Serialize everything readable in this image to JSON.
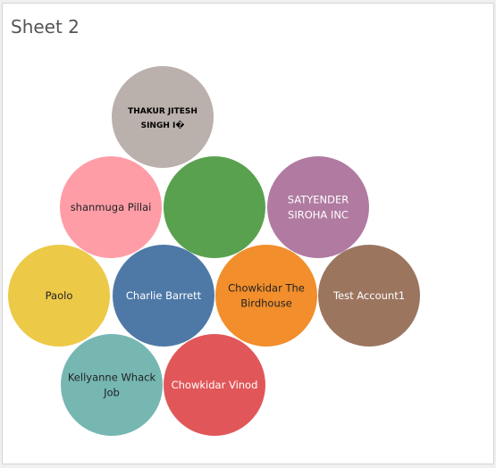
{
  "sheet": {
    "title": "Sheet 2"
  },
  "chart_data": {
    "type": "packed-bubble",
    "items": [
      {
        "label": "THAKUR JITESH SINGH I�",
        "color": "#bab0ac",
        "text_color": "#000000",
        "label_style": "small"
      },
      {
        "label": "shanmuga Pillai",
        "color": "#ff9da7",
        "text_color": "#222222"
      },
      {
        "label": "",
        "color": "#59a14f",
        "text_color": "#ffffff"
      },
      {
        "label": "SATYENDER SIROHA INC",
        "color": "#b07aa1",
        "text_color": "#ffffff"
      },
      {
        "label": "Paolo",
        "color": "#edc948",
        "text_color": "#222222"
      },
      {
        "label": "Charlie Barrett",
        "color": "#4e79a7",
        "text_color": "#ffffff"
      },
      {
        "label": "Chowkidar The Birdhouse",
        "color": "#f28e2b",
        "text_color": "#222222"
      },
      {
        "label": "Test Account1",
        "color": "#9c755f",
        "text_color": "#ffffff"
      },
      {
        "label": "Kellyanne Whack Job",
        "color": "#76b7b2",
        "text_color": "#222222"
      },
      {
        "label": "Chowkidar Vinod",
        "color": "#e15759",
        "text_color": "#ffffff"
      }
    ]
  }
}
